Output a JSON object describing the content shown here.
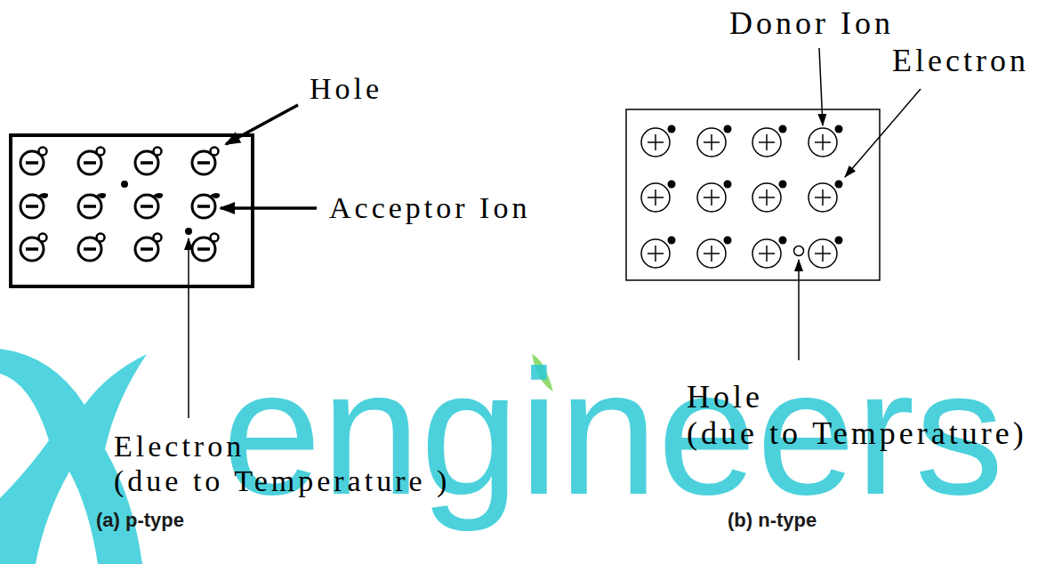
{
  "diagram": {
    "labels": [
      "engineers",
      "Hole",
      "Acceptor Ion",
      "Electron (due to Temperature )",
      "(a) p-type",
      "Donor Ion",
      "Electron",
      "Hole (due to Temperature)",
      "(b) n-type"
    ]
  }
}
